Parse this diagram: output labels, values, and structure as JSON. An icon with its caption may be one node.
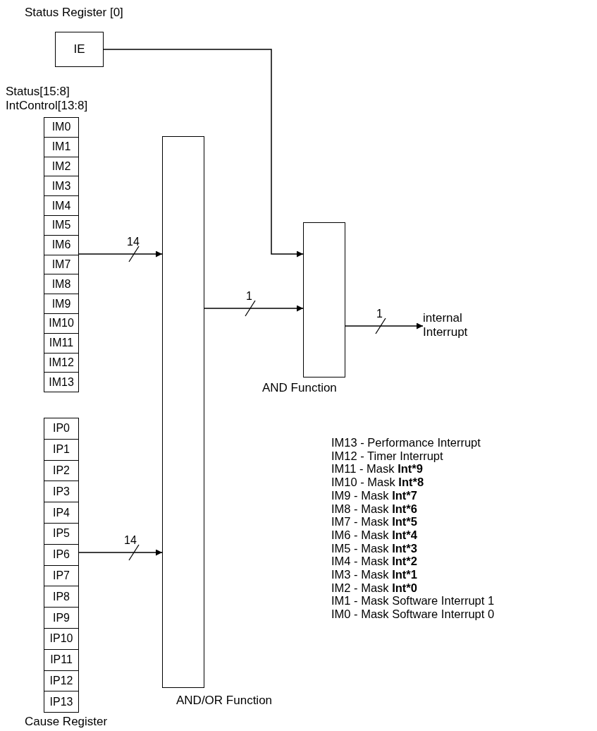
{
  "diagram": {
    "nodes": [
      {
        "text": [
          "Status Register [0]",
          "IE"
        ]
      },
      {
        "text": [
          "Status[15:8] IntControl[13:8]"
        ]
      },
      {
        "text": [
          "IM0"
        ],
        "in": 1
      },
      {
        "text": [
          "IM1"
        ],
        "in": 1
      },
      {
        "text": [
          "IM2"
        ],
        "in": 1
      },
      {
        "text": [
          "IM3"
        ],
        "in": 1
      },
      {
        "text": [
          "IM4"
        ],
        "in": 1
      },
      {
        "text": [
          "IM5"
        ],
        "in": 1
      },
      {
        "text": [
          "IM6"
        ],
        "in": 1
      },
      {
        "text": [
          "IM7"
        ],
        "in": 1
      },
      {
        "text": [
          "IM8"
        ],
        "in": 1
      },
      {
        "text": [
          "IM9"
        ],
        "in": 1
      },
      {
        "text": [
          "IM10"
        ],
        "in": 1
      },
      {
        "text": [
          "IM11"
        ],
        "in": 1
      },
      {
        "text": [
          "IM12"
        ],
        "in": 1
      },
      {
        "text": [
          "IM13"
        ],
        "in": 1
      },
      {
        "text": [
          "Cause Register"
        ]
      },
      {
        "text": [
          "IP0"
        ],
        "in": 16
      },
      {
        "text": [
          "IP1"
        ],
        "in": 16
      },
      {
        "text": [
          "IP2"
        ],
        "in": 16
      },
      {
        "text": [
          "IP3"
        ],
        "in": 16
      },
      {
        "text": [
          "IP4"
        ],
        "in": 16
      },
      {
        "text": [
          "IP5"
        ],
        "in": 16
      },
      {
        "text": [
          "IP6"
        ],
        "in": 16
      },
      {
        "text": [
          "IP7"
        ],
        "in": 16
      },
      {
        "text": [
          "IP8"
        ],
        "in": 16
      },
      {
        "text": [
          "IP9"
        ],
        "in": 16
      },
      {
        "text": [
          "IP10"
        ],
        "in": 16
      },
      {
        "text": [
          "IP11"
        ],
        "in": 16
      },
      {
        "text": [
          "IP12"
        ],
        "in": 16
      },
      {
        "text": [
          "IP13"
        ],
        "in": 16
      },
      {
        "text": [
          "AND/OR Function"
        ]
      },
      {
        "text": [
          "AND Function"
        ]
      },
      {
        "text": [
          "internal Interrupt"
        ]
      }
    ],
    "edges": [
      {
        "from": 0,
        "to": 32,
        "arrow": "to"
      },
      {
        "from": 8,
        "to": 31,
        "arrow": "to",
        "label": "14"
      },
      {
        "from": 23,
        "to": 31,
        "arrow": "to",
        "label": "14"
      },
      {
        "from": 31,
        "to": 32,
        "arrow": "to",
        "label": "1"
      },
      {
        "from": 32,
        "to": 33,
        "arrow": "to",
        "label": "1"
      }
    ],
    "labels": [
      "IM13 - Performance Interrupt",
      "IM12 - Timer Interrupt",
      "IM11 - Mask **Int*9**",
      "IM10 - Mask **Int*8**",
      "IM9 - Mask **Int*7**",
      "IM8 - Mask **Int*6**",
      "IM7 - Mask **Int*5**",
      "IM6 - Mask **Int*4**",
      "IM5 - Mask **Int*3**",
      "IM4 - Mask **Int*2**",
      "IM3 - Mask **Int*1**",
      "IM2 - Mask **Int*0**",
      "IM1 - Mask Software Interrupt 1",
      "IM0 - Mask Software Interrupt 0"
    ]
  }
}
